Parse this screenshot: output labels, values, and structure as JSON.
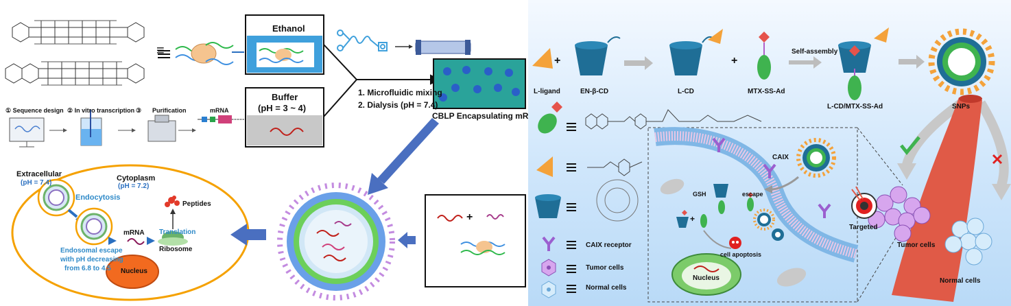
{
  "left": {
    "solvent_box": {
      "ethanol": "Ethanol",
      "buffer": "Buffer",
      "buffer_ph": "(pH = 3 ~ 4)"
    },
    "steps": {
      "step1": "1. Microfluidic mixing",
      "step2": "2. Dialysis (pH = 7.4)"
    },
    "product_label": "CBLP Encapsulating mRNA",
    "synthesis": {
      "s1": "① Sequence design",
      "s2": "② In vitro transcription",
      "s3": "③",
      "purification": "Purification",
      "mrna": "mRNA"
    },
    "cell": {
      "extracellular": "Extracellular",
      "extracellular_ph": "(pH = 7.4)",
      "cytoplasm": "Cytoplasm",
      "cytoplasm_ph": "(pH = 7.2)",
      "endocytosis": "Endocytosis",
      "peptides": "Peptides",
      "mrna": "mRNA",
      "translation": "Translation",
      "ribosome": "Ribosome",
      "escape1": "Endosomal escape",
      "escape2": "with pH decreasing",
      "escape3": "from 6.8 to 4.5",
      "nucleus": "Nucleus"
    },
    "mix_plus": "+",
    "equiv_sign": "≡"
  },
  "right": {
    "labels": {
      "l_ligand": "L-ligand",
      "en_cd": "EN-β-CD",
      "l_cd": "L-CD",
      "mtx": "MTX-SS-Ad",
      "self_assembly": "Self-assembly",
      "l_cd_mtx": "L-CD/MTX-SS-Ad",
      "snps": "SNPs",
      "plus1": "+",
      "plus2": "+"
    },
    "legend": {
      "caix": "CAIX receptor",
      "tumor": "Tumor cells",
      "normal": "Normal cells"
    },
    "cell_detail": {
      "caix": "CAIX",
      "gsh": "GSH",
      "escape": "escape",
      "apoptosis": "cell apoptosis",
      "nucleus": "Nucleus",
      "plus": "+"
    },
    "tissue": {
      "targeted": "Targeted",
      "tumor_cells": "Tumor cells",
      "normal_cells": "Normal cells"
    }
  },
  "colors": {
    "ethanol_blue": "#3fa0dc",
    "buffer_gray": "#c8c8c8",
    "product_teal": "#2aa39a",
    "arrow_blue": "#4a6fc0",
    "ring_green": "#4bb848",
    "cyclodextrin": "#1f6e96",
    "vessel_red": "#e05a47",
    "tumor_purple": "#b57fd6",
    "nucleus_orange": "#f26a1f"
  }
}
